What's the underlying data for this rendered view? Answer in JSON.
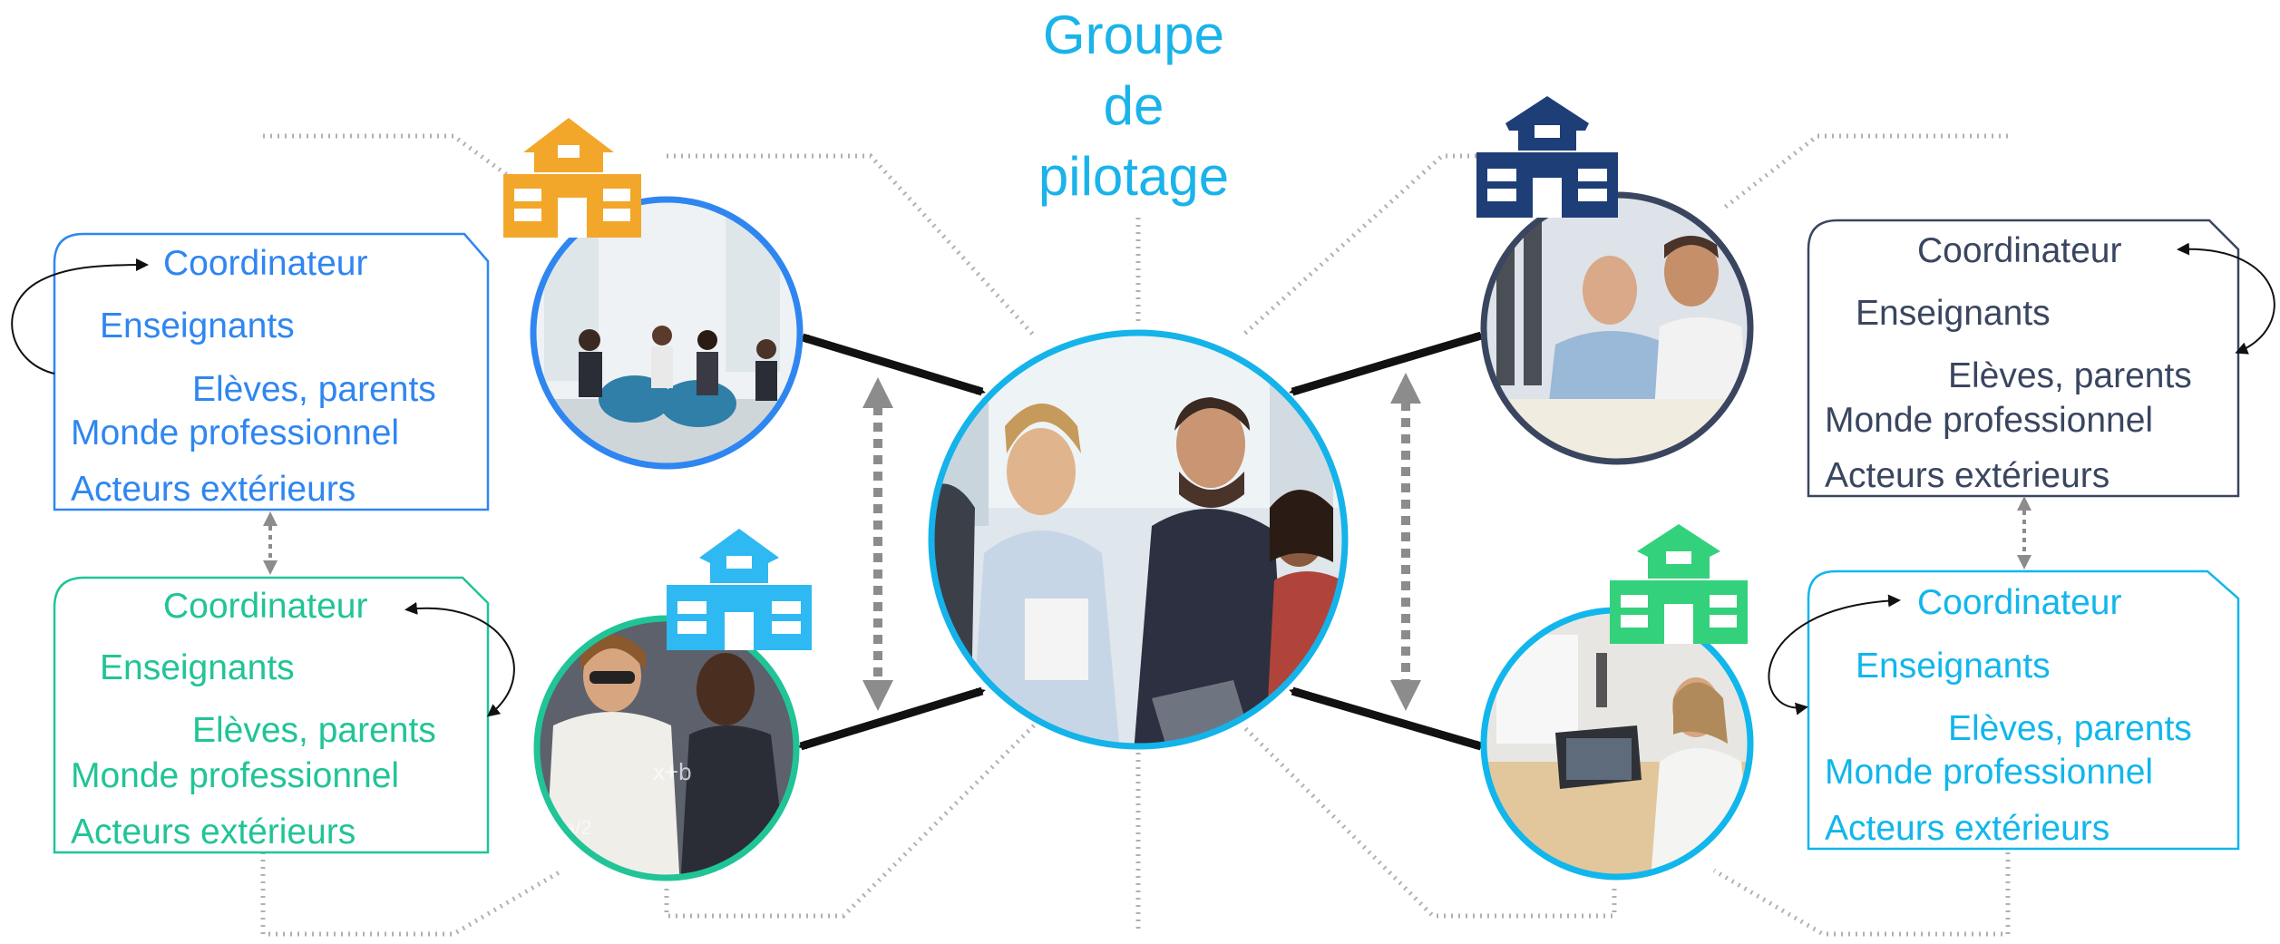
{
  "title": {
    "line1": "Groupe",
    "line2": "de",
    "line3": "pilotage"
  },
  "colors": {
    "title": "#1ab3ea",
    "school_top_left": "#2f86f0",
    "school_bottom_left": "#20c497",
    "school_top_right": "#3a4660",
    "school_bottom_right": "#11b6ec",
    "icon_top_left": "#f2a72a",
    "icon_top_right": "#1e3e78",
    "icon_bottom_left": "#2fb9f2",
    "icon_bottom_right": "#33d17b",
    "connector": "#111111",
    "dotted": "#8c8c8c"
  },
  "icons": {
    "school_top_left": "school-building-icon",
    "school_top_right": "school-building-icon",
    "school_bottom_left": "school-building-icon",
    "school_bottom_right": "school-building-icon"
  },
  "cards": {
    "top_left": {
      "coordinateur": "Coordinateur",
      "enseignants": "Enseignants",
      "eleves": "Elèves, parents",
      "monde": "Monde professionnel",
      "acteurs": "Acteurs extérieurs"
    },
    "bottom_left": {
      "coordinateur": "Coordinateur",
      "enseignants": "Enseignants",
      "eleves": "Elèves, parents",
      "monde": "Monde professionnel",
      "acteurs": "Acteurs extérieurs"
    },
    "top_right": {
      "coordinateur": "Coordinateur",
      "enseignants": "Enseignants",
      "eleves": "Elèves, parents",
      "monde": "Monde professionnel",
      "acteurs": "Acteurs extérieurs"
    },
    "bottom_right": {
      "coordinateur": "Coordinateur",
      "enseignants": "Enseignants",
      "eleves": "Elèves, parents",
      "monde": "Monde professionnel",
      "acteurs": "Acteurs extérieurs"
    }
  }
}
